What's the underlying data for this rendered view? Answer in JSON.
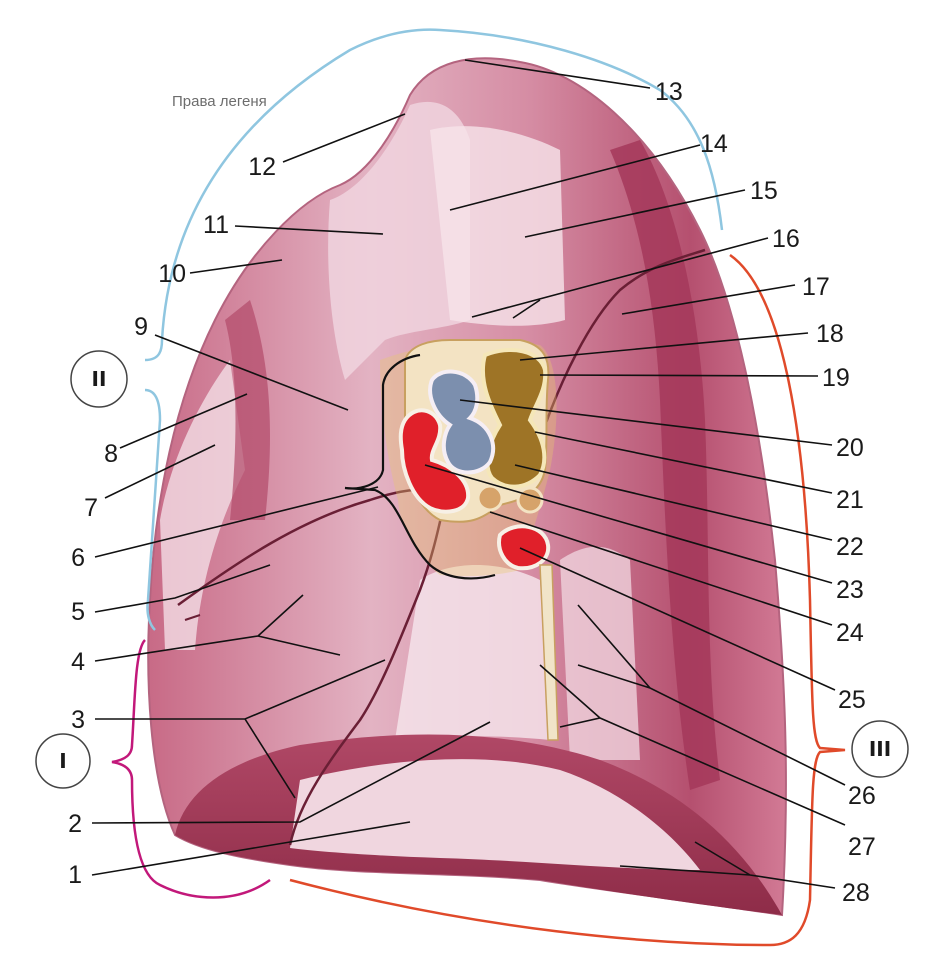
{
  "title": "Права легеня",
  "labels": [
    "1",
    "2",
    "3",
    "4",
    "5",
    "6",
    "7",
    "8",
    "9",
    "10",
    "11",
    "12",
    "13",
    "14",
    "15",
    "16",
    "17",
    "18",
    "19",
    "20",
    "21",
    "22",
    "23",
    "24",
    "25",
    "26",
    "27",
    "28"
  ],
  "regions": [
    "I",
    "II",
    "III"
  ],
  "colors": {
    "bracket_II": "#8fc6e0",
    "bracket_I": "#c2187a",
    "bracket_III": "#e04a2a",
    "lung_base": "#d98aa0",
    "lung_dark": "#a83a5a",
    "pleura_light": "#f2dce4",
    "artery": "#e0202a",
    "vein": "#7a8fb0",
    "bronchus": "#a07828"
  }
}
